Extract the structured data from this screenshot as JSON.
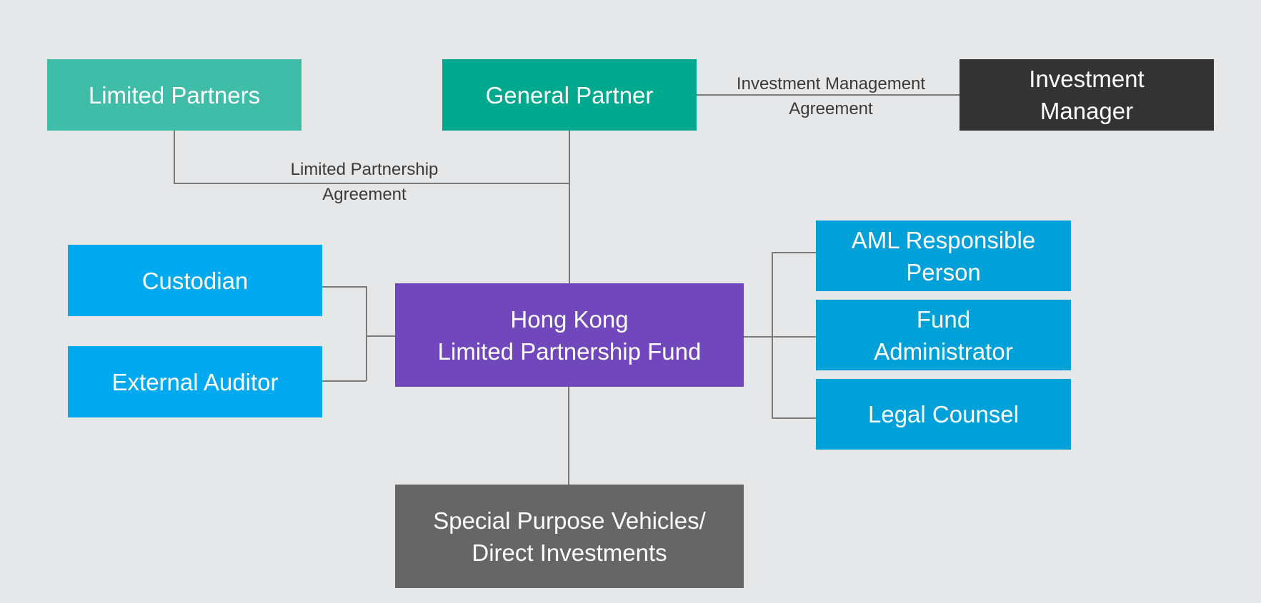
{
  "diagram": {
    "title": "Hong Kong Limited Partnership Fund Structure",
    "colors": {
      "background": "#E6E7E9",
      "limited_partners": "#40BDA9",
      "general_partner": "#00A98E",
      "investment_manager": "#333333",
      "left_service": "#00A9F0",
      "right_service": "#00A0D8",
      "fund": "#7048BB",
      "spv": "#666666",
      "connector": "#7A7A7A"
    },
    "nodes": {
      "limited_partners": {
        "lines": [
          "Limited Partners"
        ]
      },
      "general_partner": {
        "lines": [
          "General Partner"
        ]
      },
      "investment_manager": {
        "lines": [
          "Investment",
          "Manager"
        ]
      },
      "custodian": {
        "lines": [
          "Custodian"
        ]
      },
      "external_auditor": {
        "lines": [
          "External Auditor"
        ]
      },
      "fund": {
        "lines": [
          "Hong Kong",
          "Limited Partnership Fund"
        ]
      },
      "aml": {
        "lines": [
          "AML Responsible",
          "Person"
        ]
      },
      "fund_admin": {
        "lines": [
          "Fund",
          "Administrator"
        ]
      },
      "legal_counsel": {
        "lines": [
          "Legal Counsel"
        ]
      },
      "spv": {
        "lines": [
          "Special Purpose Vehicles/",
          "Direct Investments"
        ]
      }
    },
    "edge_labels": {
      "lpa": {
        "lines": [
          "Limited Partnership",
          "Agreement"
        ]
      },
      "ima": {
        "lines": [
          "Investment Management",
          "Agreement"
        ]
      }
    },
    "edges": [
      {
        "from": "limited_partners",
        "to": "general_partner",
        "label": "Limited Partnership Agreement"
      },
      {
        "from": "general_partner",
        "to": "investment_manager",
        "label": "Investment Management Agreement"
      },
      {
        "from": "general_partner",
        "to": "fund",
        "label": ""
      },
      {
        "from": "custodian",
        "to": "fund",
        "label": ""
      },
      {
        "from": "external_auditor",
        "to": "fund",
        "label": ""
      },
      {
        "from": "fund",
        "to": "aml",
        "label": ""
      },
      {
        "from": "fund",
        "to": "fund_admin",
        "label": ""
      },
      {
        "from": "fund",
        "to": "legal_counsel",
        "label": ""
      },
      {
        "from": "fund",
        "to": "spv",
        "label": ""
      }
    ]
  }
}
